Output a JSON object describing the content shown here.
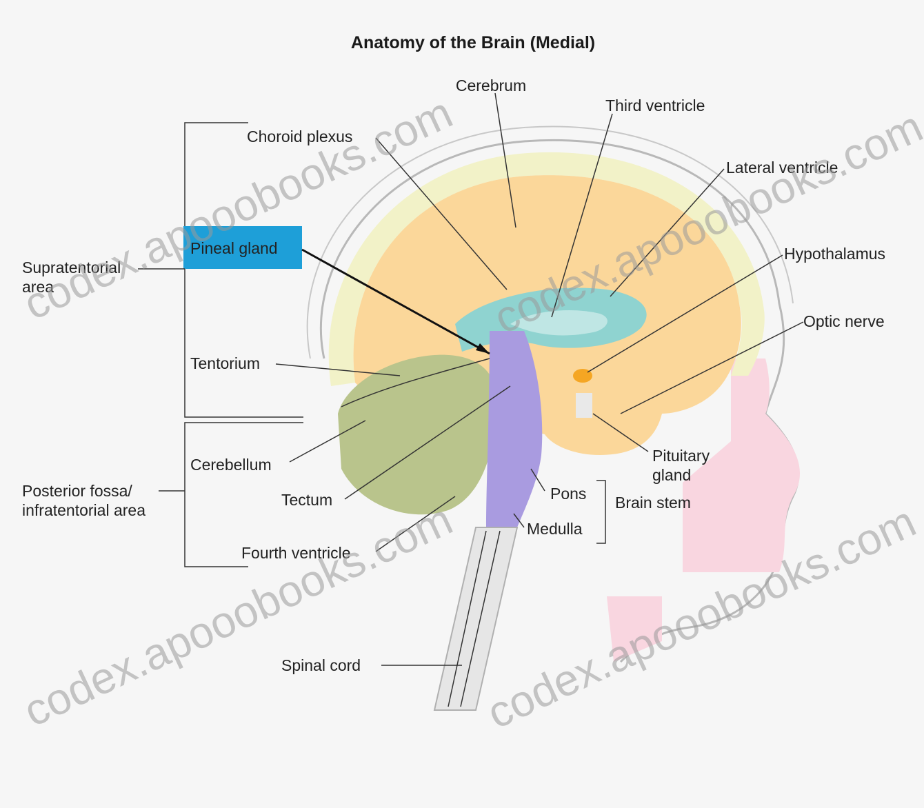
{
  "title": "Anatomy of the Brain (Medial)",
  "labels": {
    "cerebrum": "Cerebrum",
    "third_ventricle": "Third ventricle",
    "choroid_plexus": "Choroid plexus",
    "lateral_ventricle": "Lateral ventricle",
    "pineal_gland": "Pineal gland",
    "supratentorial_1": "Supratentorial",
    "supratentorial_2": "area",
    "hypothalamus": "Hypothalamus",
    "optic_nerve": "Optic nerve",
    "tentorium": "Tentorium",
    "cerebellum": "Cerebellum",
    "posterior_1": "Posterior fossa/",
    "posterior_2": "infratentorial area",
    "tectum": "Tectum",
    "pons": "Pons",
    "brain_stem": "Brain stem",
    "medulla": "Medulla",
    "pituitary_1": "Pituitary",
    "pituitary_2": "gland",
    "fourth_ventricle": "Fourth ventricle",
    "spinal_cord": "Spinal cord"
  },
  "watermarks": [
    "codex.apooobooks.com",
    "codex.apooobooks.com",
    "codex.apooobooks.com",
    "codex.apooobooks.com"
  ],
  "colors": {
    "cerebrum": "#fbd79a",
    "cerebellum": "#b9c48c",
    "brain_stem": "#a99be0",
    "ventricles": "#8fd3d0",
    "face": "#f9d6e0",
    "pineal_highlight": "#1e9fd8",
    "skull": "#f2f2c8"
  }
}
